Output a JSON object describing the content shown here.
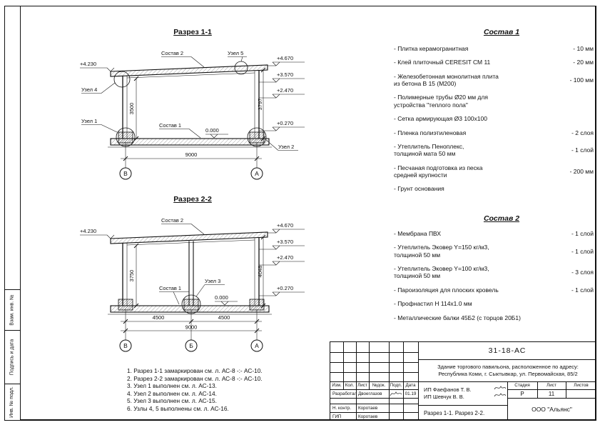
{
  "sheet": {
    "side_labels": [
      "Взам. инв. №",
      "Подпись и дата",
      "Инв. № подл."
    ]
  },
  "section1": {
    "title": "Разрез 1-1",
    "labels": {
      "sostav2": "Состав 2",
      "uzel5": "Узел 5",
      "uzel4": "Узел 4",
      "uzel1": "Узел 1",
      "sostav1": "Состав 1",
      "uzel2": "Узел 2"
    },
    "elevations": {
      "left_top": "+4.230",
      "right_top": "+4.670",
      "right_mid1": "+3.570",
      "right_mid2": "+2.470",
      "right_low": "+0.270",
      "floor": "0.000"
    },
    "dimensions": {
      "height_left": "3500",
      "height_right": "3797",
      "width": "9000"
    },
    "axes": {
      "left": "В",
      "right": "А"
    }
  },
  "section2": {
    "title": "Разрез 2-2",
    "labels": {
      "sostav2": "Состав 2",
      "sostav1": "Состав 1",
      "uzel3": "Узел 3"
    },
    "elevations": {
      "left_top": "+4.230",
      "right_top": "+4.670",
      "right_mid1": "+3.570",
      "right_mid2": "+2.470",
      "right_low": "+0.270",
      "floor": "0.000"
    },
    "dimensions": {
      "height_left": "3750",
      "height_right": "4048",
      "span_left": "4500",
      "span_right": "4500",
      "width": "9000"
    },
    "axes": {
      "left": "В",
      "middle": "Б",
      "right": "А"
    }
  },
  "notes": [
    "1. Разрез 1-1 замаркирован см. л. АС-8 -:- АС-10.",
    "2. Разрез 2-2 замаркирован см. л. АС-8 -:- АС-10.",
    "3. Узел 1 выполнен см. л. АС-13.",
    "4. Узел 2 выполнен см. л. АС-14.",
    "5. Узел 3 выполнен см. л. АС-15.",
    "6. Узлы 4, 5 выполнены см. л. АС-16."
  ],
  "composition1": {
    "title": "Состав 1",
    "items": [
      {
        "name": "- Плитка керамогранитная",
        "value": "- 10 мм"
      },
      {
        "name": "- Клей плиточный CERESIT СМ 11",
        "value": "- 20 мм"
      },
      {
        "name": "- Железобетонная  монолитная плита\nиз бетона В 15 (М200)",
        "value": "- 100 мм"
      },
      {
        "name": "- Полимерные трубы Ø20 мм для\nустройства \"теплого пола\"",
        "value": ""
      },
      {
        "name": "- Сетка армирующая Ø3 100х100",
        "value": ""
      },
      {
        "name": "- Пленка полиэтиленовая",
        "value": "- 2 слоя"
      },
      {
        "name": "- Утеплитель Пеноплекс,\nтолщиной мата 50 мм",
        "value": "- 1 слой"
      },
      {
        "name": "- Песчаная подготовка из песка\nсредней крупности",
        "value": "- 200 мм"
      },
      {
        "name": "- Грунт основания",
        "value": ""
      }
    ]
  },
  "composition2": {
    "title": "Состав 2",
    "items": [
      {
        "name": "- Мембрана ПВХ",
        "value": "- 1 слой"
      },
      {
        "name": "- Утеплитель Эковер Y=150 кг/м3,\nтолщиной 50 мм",
        "value": "- 1 слой"
      },
      {
        "name": "- Утеплитель Эковер Y=100 кг/м3,\nтолщиной 50 мм",
        "value": "- 3 слоя"
      },
      {
        "name": "- Пароизоляция для плоских кровель",
        "value": "- 1 слой"
      },
      {
        "name": "- Профнастил Н 114х1.0 мм",
        "value": ""
      },
      {
        "name": "- Металлические балки 45Б2 (с торцов 20Б1)",
        "value": ""
      }
    ]
  },
  "titleblock": {
    "doc_number": "31-18-АС",
    "description": "Здание торгового павильона, расположенное по адресу:\nРеспублика Коми, г. Сыктывкар, ул. Первомайская, 85/2",
    "columns": [
      "Изм.",
      "Кол.",
      "Лист",
      "№док.",
      "Подп.",
      "Дата"
    ],
    "rows": [
      {
        "role": "Разработал",
        "name": "Двоеглазов",
        "date": "01.19"
      },
      {
        "role": "",
        "name": "",
        "date": ""
      },
      {
        "role": "Н. контр.",
        "name": "Коротаев",
        "date": ""
      },
      {
        "role": "ГИП",
        "name": "Коротаев",
        "date": ""
      }
    ],
    "clients": "ИП Фаефанов Т. В.\nИП Шевчук В. В.",
    "sheet_title": "Разрез 1-1. Разрез 2-2.",
    "stage_label": "Стадия",
    "sheet_label": "Лист",
    "sheets_label": "Листов",
    "stage_value": "Р",
    "sheet_value": "11",
    "company": "ООО \"Альянс\""
  }
}
